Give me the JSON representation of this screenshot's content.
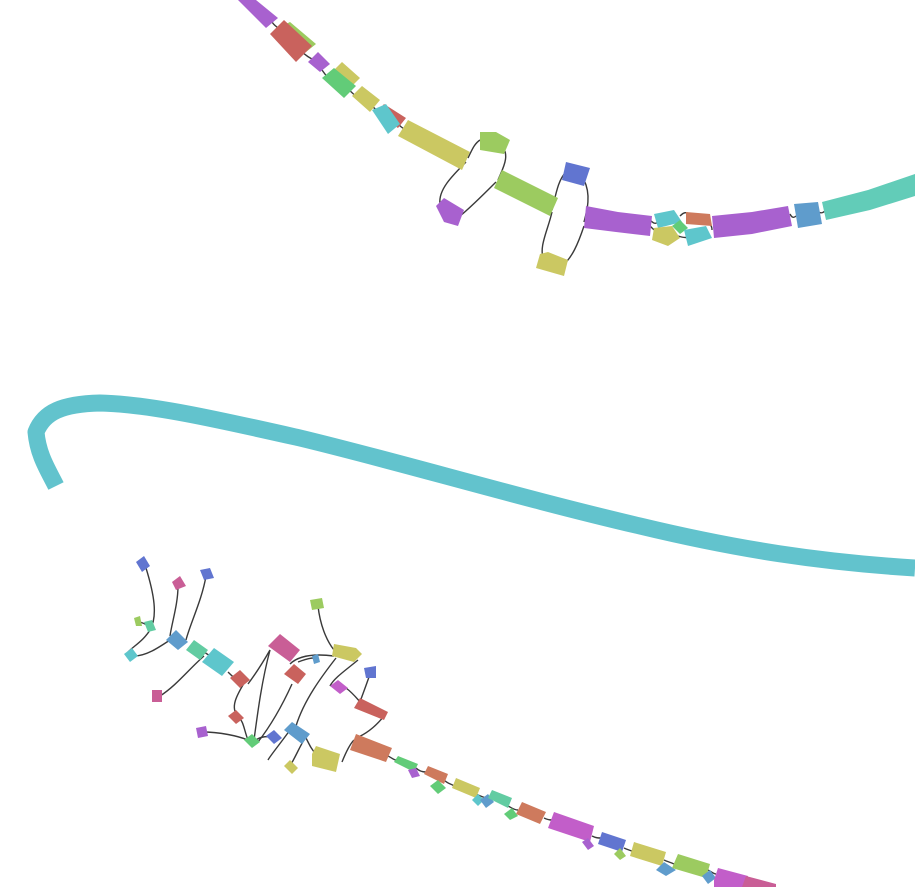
{
  "graph": {
    "kind": "assembly-graph",
    "components": [
      {
        "id": "upper-path",
        "node_count": 33
      },
      {
        "id": "long-contig",
        "node_count": 1
      },
      {
        "id": "lower-tangle",
        "node_count": 56
      }
    ]
  },
  "palette": {
    "magenta": "#c25ec9",
    "purple": "#a861cf",
    "red": "#c9625d",
    "green": "#9ccb60",
    "olive": "#cbc862",
    "cyan": "#5ec6cc",
    "teal": "#62cca2",
    "blue": "#6175d0",
    "steel": "#5f9ccc",
    "orange": "#ce7a5d",
    "pink": "#c95e96",
    "mint": "#62cc78",
    "long_contig": "#62c3cd",
    "edge": "#3a3a3a"
  }
}
